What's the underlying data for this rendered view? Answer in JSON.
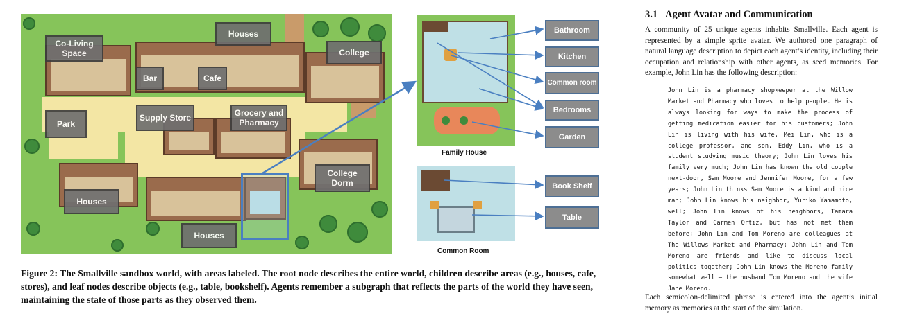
{
  "figure": {
    "map_labels": {
      "co_living": "Co-Living Space",
      "houses_top": "Houses",
      "college": "College",
      "bar": "Bar",
      "cafe": "Cafe",
      "park": "Park",
      "supply_store": "Supply Store",
      "grocery": "Grocery and Pharmacy",
      "college_dorm": "College Dorm",
      "houses_left": "Houses",
      "houses_bottom": "Houses"
    },
    "family_house": {
      "title": "Family House",
      "labels": [
        "Bathroom",
        "Kitchen",
        "Common room",
        "Bedrooms",
        "Garden"
      ]
    },
    "common_room": {
      "title": "Common Room",
      "labels": [
        "Book Shelf",
        "Table"
      ]
    },
    "caption": "Figure 2: The Smallville sandbox world, with areas labeled. The root node describes the entire world, children describe areas (e.g., houses, cafe, stores), and leaf nodes describe objects (e.g., table, bookshelf). Agents remember a subgraph that reflects the parts of the world they have seen, maintaining the state of those parts as they observed them."
  },
  "section": {
    "number": "3.1",
    "title": "Agent Avatar and Communication",
    "intro": "A community of 25 unique agents inhabits Smallville. Each agent is represented by a simple sprite avatar. We authored one paragraph of natural language description to depict each agent’s identity, including their occupation and relationship with other agents, as seed memories. For example, John Lin has the following description:",
    "description": "John Lin is a pharmacy shopkeeper at the Willow Market and Pharmacy who loves to help people. He is always looking for ways to make the process of getting medication easier for his customers; John Lin is living with his wife, Mei Lin, who is a college professor, and son, Eddy Lin, who is a student studying music theory; John Lin loves his family very much; John Lin has known the old couple next-door, Sam Moore and Jennifer Moore, for a few years; John Lin thinks Sam Moore is a kind and nice man; John Lin knows his neighbor, Yuriko Yamamoto, well; John Lin knows of his neighbors, Tamara Taylor and Carmen Ortiz, but has not met them before; John Lin and Tom Moreno are colleagues at The Willows Market and Pharmacy; John Lin and Tom Moreno are friends and like to discuss local politics together; John Lin knows the Moreno family somewhat well — the husband Tom Moreno and the wife Jane Moreno.",
    "closing": "Each semicolon-delimited phrase is entered into the agent’s initial memory as memories at the start of the simulation."
  },
  "colors": {
    "grass": "#86c45a",
    "label_bg": "#6f6f6f",
    "arrow": "#4a7fc1"
  }
}
